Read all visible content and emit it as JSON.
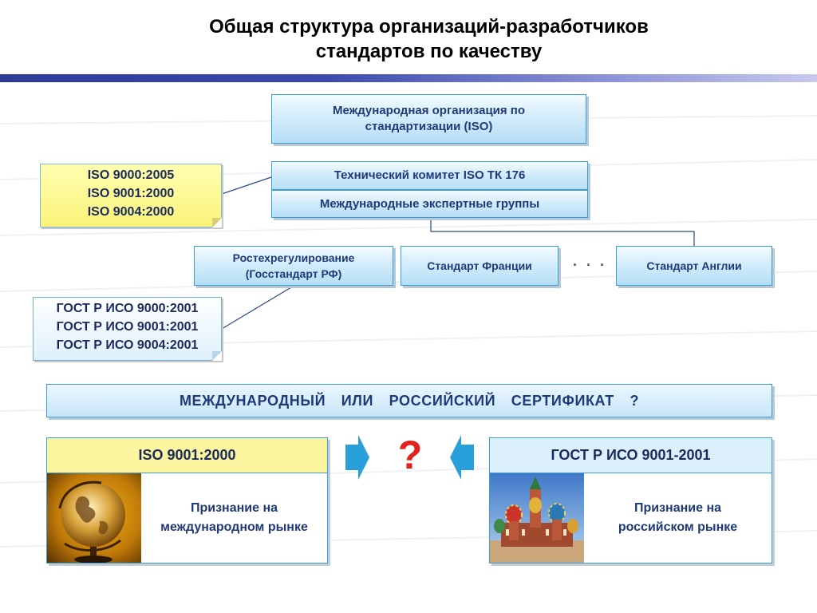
{
  "title": {
    "line1": "Общая структура организаций-разработчиков",
    "line2": "стандартов по качеству"
  },
  "iso_org": {
    "line1": "Международная организация по",
    "line2": "стандартизации (ISO)"
  },
  "tc": {
    "committee": "Технический комитет ISO ТК 176",
    "expert_groups": "Международные экспертные группы"
  },
  "iso_note": {
    "items": [
      "ISO 9000:2005",
      "ISO 9001:2000",
      "ISO 9004:2000"
    ]
  },
  "national": {
    "russia_line1": "Ростехрегулирование",
    "russia_line2": "(Госстандарт РФ)",
    "france": "Стандарт Франции",
    "ellipsis": "· · ·",
    "england": "Стандарт Англии"
  },
  "gost_note": {
    "items": [
      "ГОСТ Р ИСО 9000:2001",
      "ГОСТ Р ИСО 9001:2001",
      "ГОСТ Р ИСО 9004:2001"
    ]
  },
  "certificate": {
    "question": "МЕЖДУНАРОДНЫЙ ИЛИ РОССИЙСКИЙ СЕРТИФИКАТ ?"
  },
  "left_panel": {
    "header": "ISO 9001:2000",
    "line1": "Признание на",
    "line2": "международном рынке",
    "header_color": "#fbf5a0",
    "image": "globe"
  },
  "right_panel": {
    "header": "ГОСТ Р ИСО 9001-2001",
    "line1": "Признание на",
    "line2": "российском рынке",
    "header_color": "#dcf0fb",
    "image": "saint-basils-cathedral"
  },
  "center": {
    "question_mark": "?"
  },
  "colors": {
    "box_border": "#3aa0d6",
    "text_dark_blue": "#1f3a78",
    "note_yellow": "#fbf37a",
    "arrow_blue": "#2aa0da",
    "question_red": "#e2221d"
  }
}
